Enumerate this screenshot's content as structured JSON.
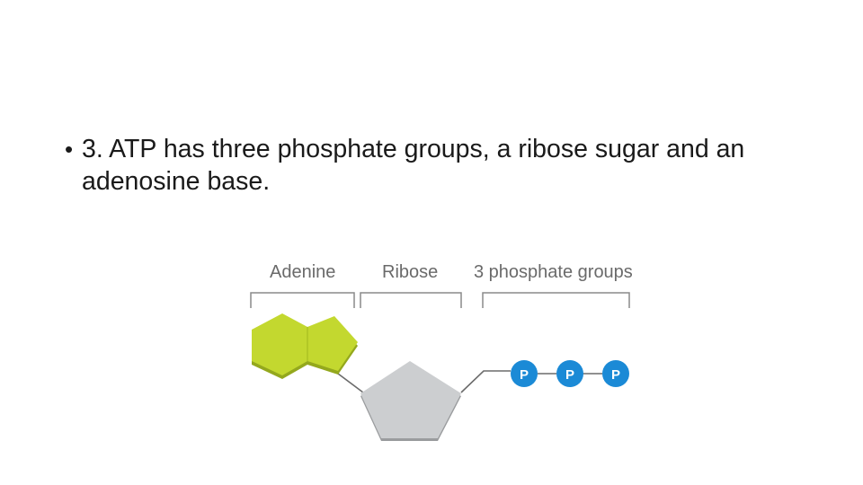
{
  "slide": {
    "bullet_marker": "•",
    "bullet_text": "3. ATP has three phosphate groups, a ribose sugar and an adenosine base."
  },
  "diagram": {
    "labels": {
      "adenine": "Adenine",
      "ribose": "Ribose",
      "phosphates": "3 phosphate groups"
    },
    "phosphate_symbol": "P",
    "colors": {
      "adenine": "#c3d82f",
      "adenine_shadow": "#94a81d",
      "ribose": "#ccced0",
      "ribose_shadow": "#9a9c9e",
      "phosphate": "#1b8ad6",
      "bond": "#6b6b6b",
      "bracket": "#8a8a8a",
      "label": "#6a6a6a"
    }
  }
}
